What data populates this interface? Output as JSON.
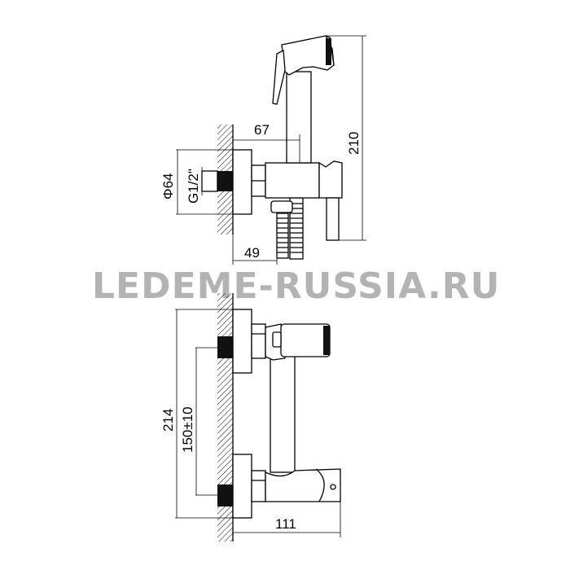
{
  "top_view": {
    "dim_width": "67",
    "dim_height": "210",
    "dim_diameter": "Φ64",
    "dim_thread": "G1/2\"",
    "dim_depth": "49"
  },
  "watermark": "LEDEME-RUSSIA.RU",
  "front_view": {
    "dim_height": "214",
    "dim_spacing": "150±10",
    "dim_width": "111"
  },
  "colors": {
    "line": "#000000",
    "dim_text_accent": "#1a3a8a",
    "watermark": "#9a9a9a"
  }
}
